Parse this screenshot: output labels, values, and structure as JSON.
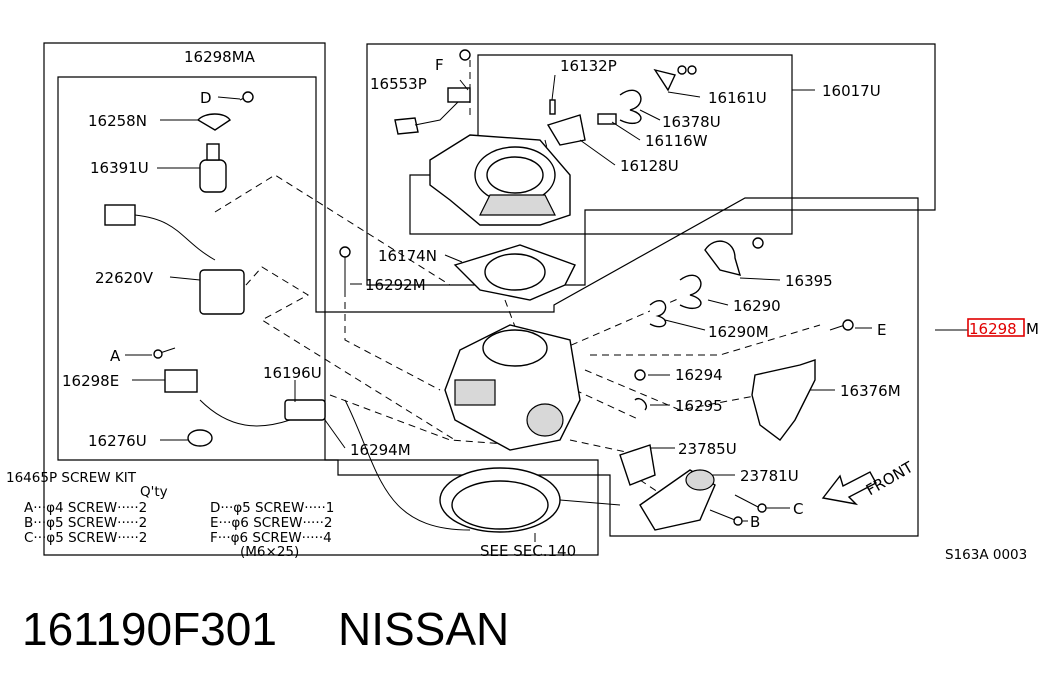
{
  "parts": {
    "p16298MA": "16298MA",
    "p16553P": "16553P",
    "pF": "F",
    "p16132P": "16132P",
    "p16017U": "16017U",
    "p16161U": "16161U",
    "p16378U": "16378U",
    "p16116W": "16116W",
    "p16128U": "16128U",
    "pD": "D",
    "p16258N": "16258N",
    "p16391U": "16391U",
    "p22620V": "22620V",
    "p16174N": "16174N",
    "p16292M": "16292M",
    "p16395": "16395",
    "p16290": "16290",
    "p16290M": "16290M",
    "pE": "E",
    "p16298_hl": "16298",
    "p16298_suffix": "M",
    "pA": "A",
    "p16298E": "16298E",
    "p16196U": "16196U",
    "p16294": "16294",
    "p16295": "16295",
    "p16376M": "16376M",
    "p16276U": "16276U",
    "p16294M": "16294M",
    "p23785U": "23785U",
    "p23781U": "23781U",
    "pC": "C",
    "pB": "B",
    "front": "FRONT",
    "see_sec": "SEE SEC.140",
    "ref_code": "S163A 0003"
  },
  "screw_kit": {
    "title": "16465P SCREW KIT",
    "qty_header": "Q'ty",
    "left": [
      "A···φ4 SCREW·····2",
      "B···φ5 SCREW·····2",
      "C···φ5 SCREW·····2"
    ],
    "right": [
      "D···φ5 SCREW·····1",
      "E···φ6 SCREW·····2",
      "F···φ6 SCREW·····4"
    ],
    "note": "(M6×25)"
  },
  "footer": {
    "part_number": "161190F301",
    "brand": "NISSAN"
  }
}
